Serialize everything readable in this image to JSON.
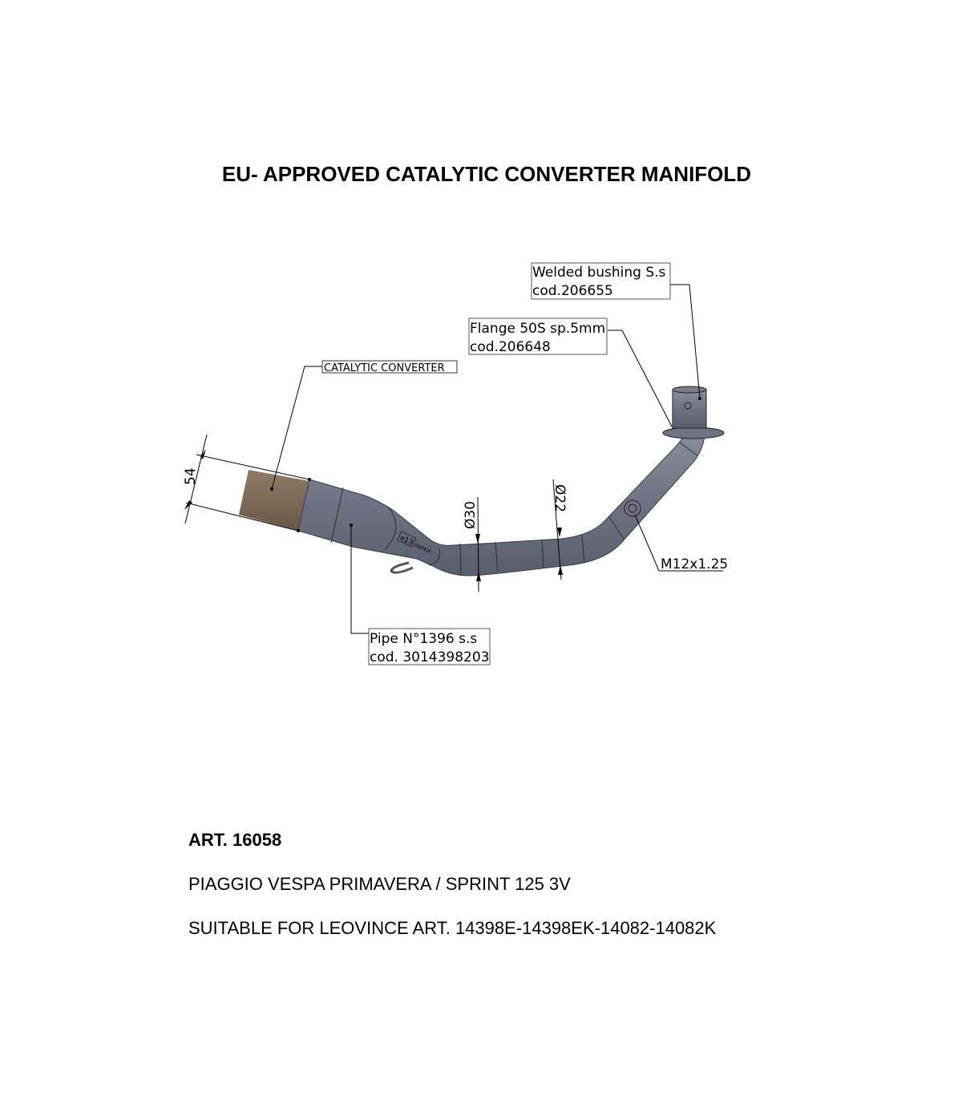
{
  "title": "EU- APPROVED CATALYTIC CONVERTER MANIFOLD",
  "drawing": {
    "callouts": {
      "catalytic": "CATALYTIC CONVERTER",
      "bushing_line1": "Welded bushing S.s",
      "bushing_line2": "cod.206655",
      "flange_line1": "Flange 50S sp.5mm",
      "flange_line2": "cod.206648",
      "pipe_line1": "Pipe N°1396 s.s",
      "pipe_line2": "cod. 3014398203",
      "thread": "M12x1.25"
    },
    "dimensions": {
      "cat_diameter": "54",
      "pipe_diameter_1": "Ø30",
      "pipe_diameter_2": "Ø22"
    },
    "homologation_mark": "e13",
    "homologation_code": "00043F",
    "colors": {
      "pipe": "#6e7282",
      "catalyst": "#7d6a58"
    }
  },
  "product": {
    "art": "ART. 16058",
    "model": "PIAGGIO VESPA PRIMAVERA / SPRINT 125 3V",
    "compatibility": "SUITABLE FOR LEOVINCE ART. 14398E-14398EK-14082-14082K"
  }
}
